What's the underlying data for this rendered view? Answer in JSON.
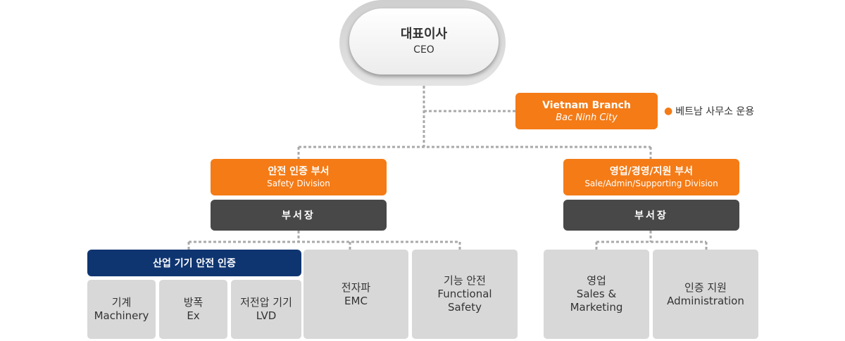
{
  "ceo": {
    "title_ko": "대표이사",
    "title_en": "CEO"
  },
  "branch": {
    "title": "Vietnam Branch",
    "city": "Bac Ninh City",
    "note": "베트남 사무소 운용"
  },
  "safety": {
    "title_ko": "안전 인증 부서",
    "title_en": "Safety Division",
    "head": "부서장",
    "industrial": {
      "title": "산업 기기 안전 인증",
      "items": [
        {
          "ko": "기계",
          "en": "Machinery"
        },
        {
          "ko": "방폭",
          "en": "Ex"
        },
        {
          "ko": "저전압 기기",
          "en": "LVD"
        }
      ]
    },
    "emc": {
      "ko": "전자파",
      "en": "EMC"
    },
    "functional": {
      "ko": "기능 안전",
      "en1": "Functional",
      "en2": "Safety"
    }
  },
  "sales": {
    "title_ko": "영업/경영/지원 부서",
    "title_en": "Sale/Admin/Supporting Division",
    "head": "부서장",
    "marketing": {
      "ko": "영업",
      "en1": "Sales &",
      "en2": "Marketing"
    },
    "admin": {
      "ko": "인증 지원",
      "en": "Administration"
    }
  },
  "colors": {
    "orange": "#f47b16",
    "dark": "#484848",
    "navy": "#0f3571",
    "gray": "#d8d8d8",
    "connector": "#a9a9a9"
  }
}
